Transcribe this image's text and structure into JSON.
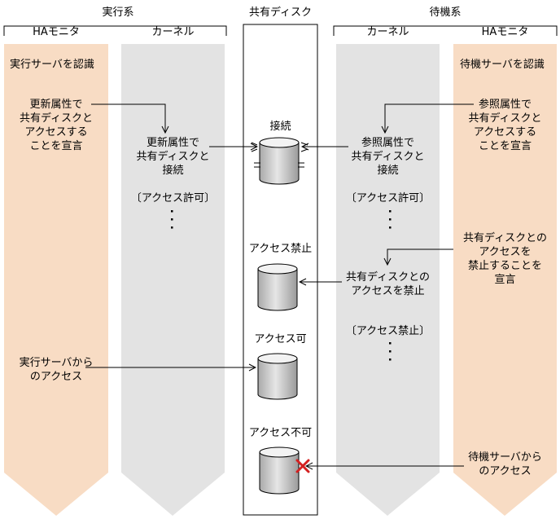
{
  "headers": {
    "active": "実行系",
    "shared": "共有ディスク",
    "standby": "待機系"
  },
  "lanes": {
    "active_ha": "HAモニタ",
    "active_kernel": "カーネル",
    "standby_kernel": "カーネル",
    "standby_ha": "HAモニタ"
  },
  "active_ha": {
    "recognize": "実行サーバを認識",
    "declare": "更新属性で\n共有ディスクと\nアクセスする\nことを宣言",
    "access": "実行サーバから\nのアクセス"
  },
  "active_kernel": {
    "connect": "更新属性で\n共有ディスクと\n接続",
    "permit": "〔アクセス許可〕"
  },
  "disk": {
    "connect": "接続",
    "forbid": "アクセス禁止",
    "allow": "アクセス可",
    "deny": "アクセス不可"
  },
  "standby_kernel": {
    "connect": "参照属性で\n共有ディスクと\n接続",
    "permit": "〔アクセス許可〕",
    "forbid_action": "共有ディスクとの\nアクセスを禁止",
    "forbid": "〔アクセス禁止〕"
  },
  "standby_ha": {
    "recognize": "待機サーバを認識",
    "declare": "参照属性で\n共有ディスクと\nアクセスする\nことを宣言",
    "forbid_declare": "共有ディスクとの\nアクセスを\n禁止することを\n宣言",
    "access": "待機サーバから\nのアクセス"
  },
  "colors": {
    "ha_lane": "#f8dcc4",
    "kernel_lane": "#e3e3e3",
    "error_x": "#d42020",
    "disk_body": "#d9d9d9"
  }
}
